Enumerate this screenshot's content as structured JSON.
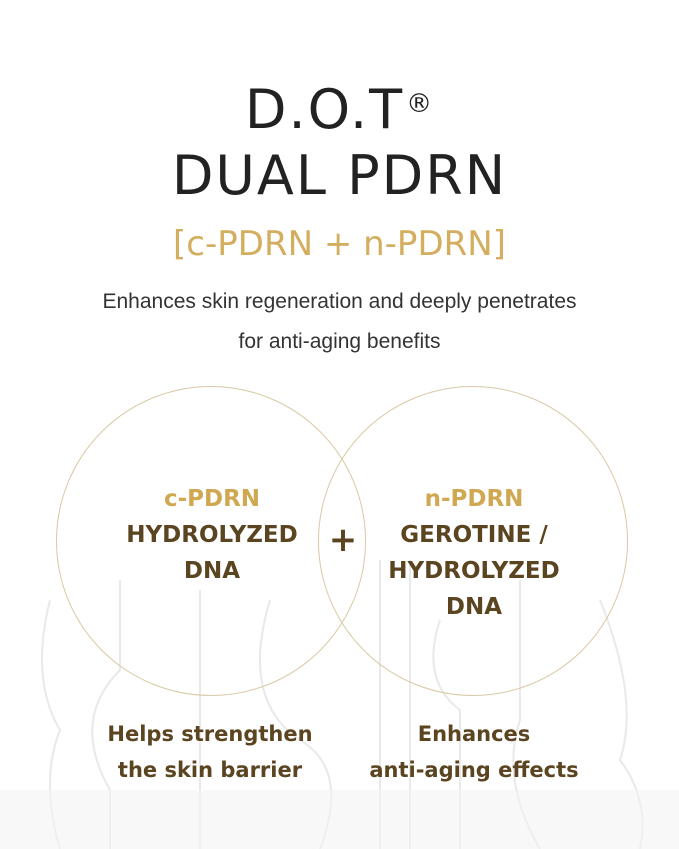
{
  "header": {
    "brand": "D.O.T",
    "registered_mark": "®",
    "product_line": "DUAL PDRN",
    "composition": "[c-PDRN + n-PDRN]",
    "description_line1": "Enhances skin regeneration and deeply penetrates",
    "description_line2": "for anti-aging benefits"
  },
  "ingredients": [
    {
      "tag": "c-PDRN",
      "name_lines": [
        "HYDROLYZED",
        "DNA"
      ],
      "benefit_lines": [
        "Helps strengthen",
        "the skin barrier"
      ]
    },
    {
      "tag": "n-PDRN",
      "name_lines": [
        "GEROTINE /",
        "HYDROLYZED",
        "DNA"
      ],
      "benefit_lines": [
        "Enhances",
        "anti-aging effects"
      ]
    }
  ],
  "plus_symbol": "+",
  "colors": {
    "title": "#222222",
    "gold_accent": "#d4ae5e",
    "brown_text": "#5b4420",
    "circle_outline": "#d9c9a4",
    "background": "#ffffff"
  }
}
